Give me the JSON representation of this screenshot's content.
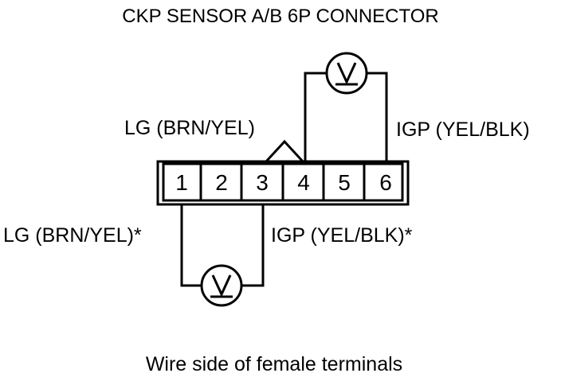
{
  "title": "CKP SENSOR A/B 6P CONNECTOR",
  "connector": {
    "pins": [
      "1",
      "2",
      "3",
      "4",
      "5",
      "6"
    ]
  },
  "labels": {
    "lg_top": "LG (BRN/YEL)",
    "igp_top": "IGP (YEL/BLK)",
    "lg_bottom": "LG (BRN/YEL)*",
    "igp_bottom": "IGP (YEL/BLK)*"
  },
  "caption": "Wire side of female terminals",
  "icons": {
    "voltmeter_top": "voltmeter-icon",
    "voltmeter_bottom": "voltmeter-icon",
    "lock_tab": "connector-lock-tab-icon"
  }
}
